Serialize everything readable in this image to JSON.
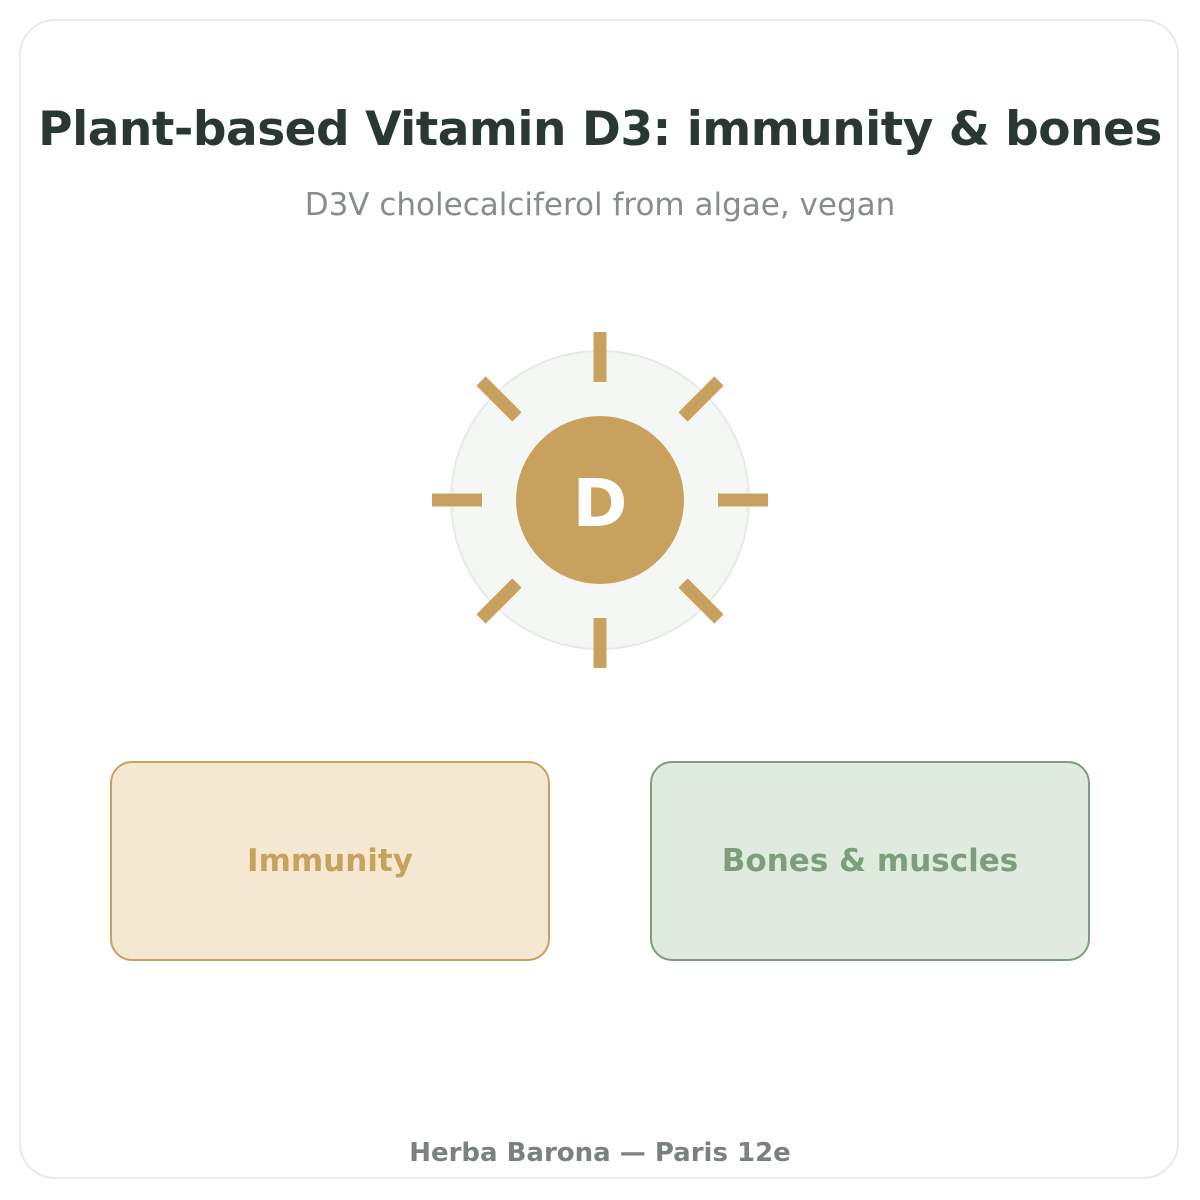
{
  "header": {
    "title": "Plant-based Vitamin D3: immunity & bones",
    "subtitle": "D3V cholecalciferol from algae, vegan"
  },
  "sun": {
    "letter": "D",
    "icon": "sun-icon",
    "color": "#c9a15e",
    "halo_color": "#f5f7f4"
  },
  "benefits": [
    {
      "label": "Immunity",
      "color": "#c9a15e",
      "background": "#f4e8d3"
    },
    {
      "label": "Bones & muscles",
      "color": "#7d9e7b",
      "background": "#e0ebdf"
    }
  ],
  "footer": {
    "text": "Herba Barona — Paris 12e"
  }
}
